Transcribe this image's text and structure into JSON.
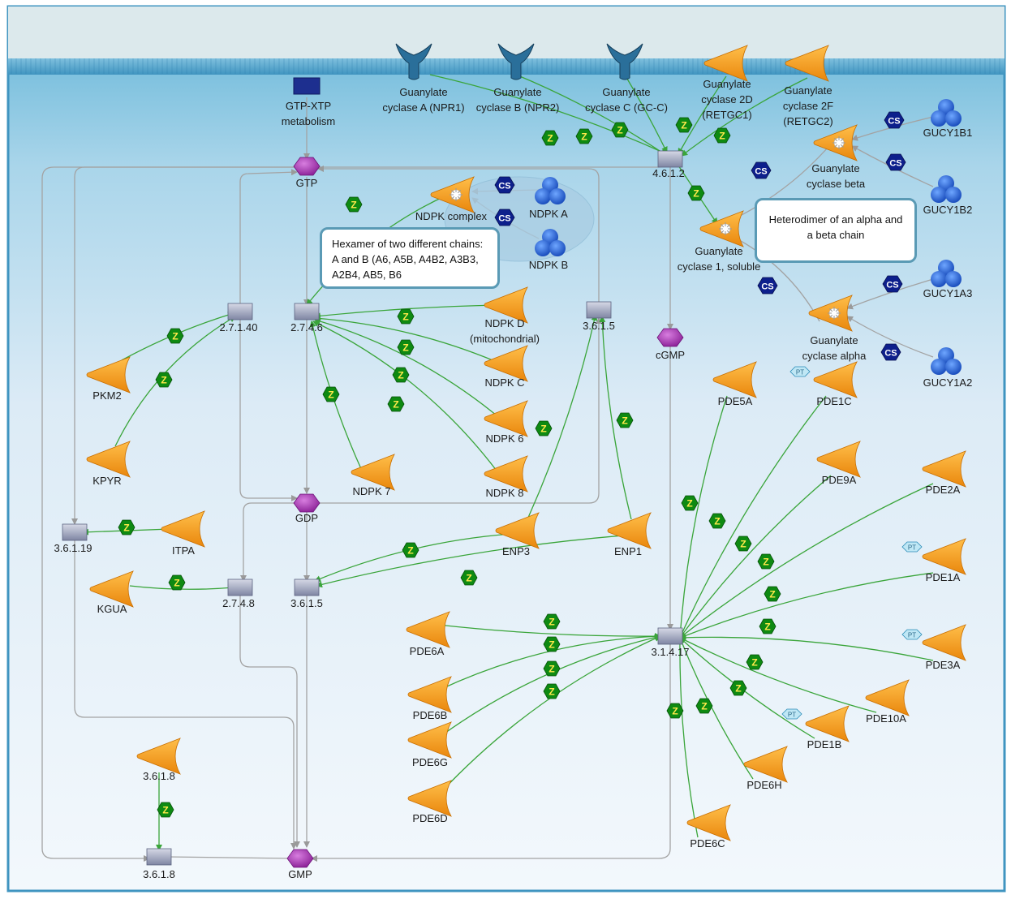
{
  "colors": {
    "membrane": "#5aa6c8",
    "cytoplasm_top": "#5fb3d6",
    "cytoplasm_bottom": "#f3f8fc",
    "enzyme": "#f59a1a",
    "compound": "#9b2fa6",
    "reaction": "#9aa0b8",
    "catalysis_badge": "#0e8a12",
    "complex_badge": "#0d1f8c",
    "protein_blue": "#1d5fd6",
    "receptor": "#1f5f8a",
    "edge_green": "#3aa53a",
    "edge_gray": "#a3a3a3"
  },
  "badges": {
    "catalysis": "Z",
    "complex": "CS",
    "phospho": "PT"
  },
  "notes": {
    "hexamer": "Hexamer of two different chains: A and B (A6, A5B, A4B2, A3B3, A2B4, AB5, B6",
    "heterodimer": "Heterodimer of an alpha and a beta chain"
  },
  "labels": {
    "gc_a": [
      "Guanylate",
      "cyclase A (NPR1)"
    ],
    "gc_b": [
      "Guanylate",
      "cyclase B (NPR2)"
    ],
    "gc_c": [
      "Guanylate",
      "cyclase C (GC-C)"
    ],
    "gc_2d": [
      "Guanylate",
      "cyclase 2D",
      "(RETGC1)"
    ],
    "gc_2f": [
      "Guanylate",
      "cyclase 2F",
      "(RETGC2)"
    ],
    "gtp_xtp": [
      "GTP-XTP",
      "metabolism"
    ],
    "gucy1b1": [
      "GUCY1B1"
    ],
    "gucy1b2": [
      "GUCY1B2"
    ],
    "gucy1a3": [
      "GUCY1A3"
    ],
    "gucy1a2": [
      "GUCY1A2"
    ],
    "gc_beta": [
      "Guanylate",
      "cyclase beta"
    ],
    "gc_alpha": [
      "Guanylate",
      "cyclase alpha"
    ],
    "gc1_soluble": [
      "Guanylate",
      "cyclase 1, soluble"
    ],
    "ndpk_complex": [
      "NDPK complex"
    ],
    "ndpk_a": [
      "NDPK A"
    ],
    "ndpk_b": [
      "NDPK B"
    ],
    "ndpk_d": [
      "NDPK D",
      "(mitochondrial)"
    ],
    "ndpk_c": [
      "NDPK C"
    ],
    "ndpk_6": [
      "NDPK 6"
    ],
    "ndpk_8": [
      "NDPK 8"
    ],
    "ndpk_7": [
      "NDPK 7"
    ],
    "pkm2": [
      "PKM2"
    ],
    "kpyr": [
      "KPYR"
    ],
    "itpa": [
      "ITPA"
    ],
    "kgua": [
      "KGUA"
    ],
    "enp3": [
      "ENP3"
    ],
    "enp1": [
      "ENP1"
    ],
    "e3618": [
      "3.6.1.8"
    ],
    "pde5a": [
      "PDE5A"
    ],
    "pde1c": [
      "PDE1C"
    ],
    "pde9a": [
      "PDE9A"
    ],
    "pde2a": [
      "PDE2A"
    ],
    "pde1a": [
      "PDE1A"
    ],
    "pde3a": [
      "PDE3A"
    ],
    "pde10a": [
      "PDE10A"
    ],
    "pde1b": [
      "PDE1B"
    ],
    "pde6h": [
      "PDE6H"
    ],
    "pde6c": [
      "PDE6C"
    ],
    "pde6a": [
      "PDE6A"
    ],
    "pde6b": [
      "PDE6B"
    ],
    "pde6g": [
      "PDE6G"
    ],
    "pde6d": [
      "PDE6D"
    ],
    "gtp": [
      "GTP"
    ],
    "gdp": [
      "GDP"
    ],
    "gmp": [
      "GMP"
    ],
    "cgmp": [
      "cGMP"
    ],
    "r4612": [
      "4.6.1.2"
    ],
    "r27140": [
      "2.7.1.40"
    ],
    "r2746": [
      "2.7.4.6"
    ],
    "r3615a": [
      "3.6.1.5"
    ],
    "r3615b": [
      "3.6.1.5"
    ],
    "r36119": [
      "3.6.1.19"
    ],
    "r2748": [
      "2.7.4.8"
    ],
    "r31417": [
      "3.1.4.17"
    ],
    "r3618": [
      "3.6.1.8"
    ]
  }
}
